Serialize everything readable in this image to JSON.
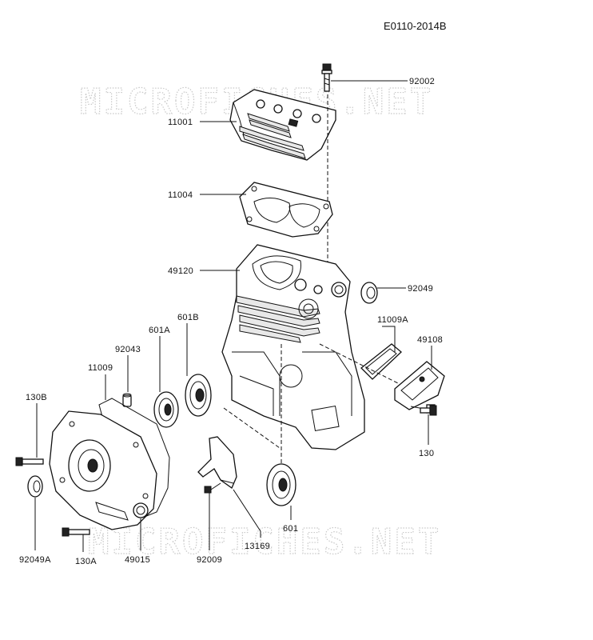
{
  "diagram_id": "E0110-2014B",
  "watermark_text": "MICROFICHES.NET",
  "labels": {
    "p92002": "92002",
    "p11001": "11001",
    "p11004": "11004",
    "p49120": "49120",
    "p92049": "92049",
    "p11009A": "11009A",
    "p49108": "49108",
    "p601B": "601B",
    "p601A": "601A",
    "p92043": "92043",
    "p11009": "11009",
    "p130B": "130B",
    "p130": "130",
    "p601": "601",
    "p13169": "13169",
    "p92009": "92009",
    "p49015": "49015",
    "p130A": "130A",
    "p92049A": "92049A"
  }
}
